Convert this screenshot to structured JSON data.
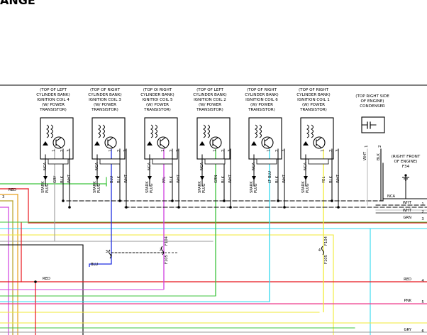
{
  "title_fragment": "ANGE",
  "components": [
    {
      "lines": [
        "(TOP OF LEFT",
        "CYLINDER BANK)",
        "IGNITION COIL 4",
        "(W/ POWER",
        "TRANSISTOR)"
      ],
      "nca": "NCA",
      "pins": [
        "1",
        "2",
        "3"
      ],
      "spark": [
        "SPARK",
        "PLUG"
      ],
      "wires": [
        "GRY",
        "BLK",
        "WHT"
      ]
    },
    {
      "lines": [
        "(TOP OF RIGHT",
        "CYLINDER BANK)",
        "IGNITION COIL 3",
        "(W/ POWER",
        "TRANSISTOR)"
      ],
      "nca": "NCA",
      "pins": [
        "1",
        "2",
        "3"
      ],
      "spark": [
        "SPARK",
        "PLUG"
      ],
      "wires": [
        "BLU",
        "BLK",
        "WHT"
      ]
    },
    {
      "lines": [
        "(TOP OI RIGHT",
        "CYLINDER BANK)",
        "IGNITIOI COIL 5",
        "(W/ POWER",
        "TRANSISTOR)"
      ],
      "nca": "NCA",
      "pins": [
        "1",
        "2",
        "3"
      ],
      "spark": [
        "SPARK",
        "PLUG"
      ],
      "wires": [
        "PPL",
        "BLK",
        "WHT"
      ]
    },
    {
      "lines": [
        "(TOP OF LEFT",
        "CYLINDER BANK)",
        "IGNITION COIL 2",
        "(W/ POWER",
        "TRANSISTOR)"
      ],
      "nca": "NCA",
      "pins": [
        "1",
        "2",
        "3"
      ],
      "spark": [
        "SPARK",
        "PLUG"
      ],
      "wires": [
        "GRN",
        "BLK",
        "WHT"
      ]
    },
    {
      "lines": [
        "(TOP OF RIGHT",
        "CYLINDER BANK)",
        "IGNITION COIL 6",
        "(W/ POWER",
        "TRANSISTOR)"
      ],
      "nca": "NCA",
      "pins": [
        "1",
        "2",
        "3"
      ],
      "spark": [
        "SPARK",
        "PLUG"
      ],
      "wires": [
        "LT BLU",
        "BLK",
        "WHT"
      ]
    },
    {
      "lines": [
        "(TOP OF RIGHT",
        "CYLINDER BANK)",
        "IGNITION COIL 1",
        "(W/ POWER",
        "TRANSISTOR)"
      ],
      "nca": "NCA",
      "pins": [
        "1",
        "2",
        "3"
      ],
      "spark": [
        "SPARK",
        "PLUG"
      ],
      "wires": [
        "YEL",
        "BLK",
        "WHT"
      ]
    }
  ],
  "condenser": {
    "lines": [
      "(TOP RIGHT SIDE",
      "OF ENGINE)",
      "CONDENSER"
    ],
    "pins": [
      "1",
      "2"
    ],
    "wires": [
      "WHT",
      "BLK"
    ]
  },
  "ground": {
    "lines": [
      "(RIGHT FRONT",
      "OF ENGINE)",
      "F34"
    ],
    "nca": "NCA"
  },
  "right_labels": [
    "WHT",
    "WHT",
    "GRN",
    "RED",
    "PNK",
    "GRY"
  ],
  "right_numbers": [
    "1",
    "2",
    "3",
    "4",
    "5",
    "6"
  ],
  "left_labels": [
    "RED",
    "3"
  ],
  "connectors": {
    "blu_pin": "3",
    "blu_wire": "BLU",
    "ppl_pin": "2",
    "ppl_codes": [
      "F105",
      "F104"
    ],
    "yel_pin": "4",
    "yel_codes": [
      "F105",
      "F104"
    ]
  },
  "red_dot_label": "RED",
  "colors": {
    "red": "#e8141c",
    "blue": "#1f2fe0",
    "purple": "#d040e0",
    "green": "#3cc43c",
    "cyan": "#30d8ef",
    "yellow": "#f0ea36",
    "pink": "#ee3c8c",
    "orange": "#e6a020",
    "gray": "#999999",
    "black": "#000000"
  }
}
